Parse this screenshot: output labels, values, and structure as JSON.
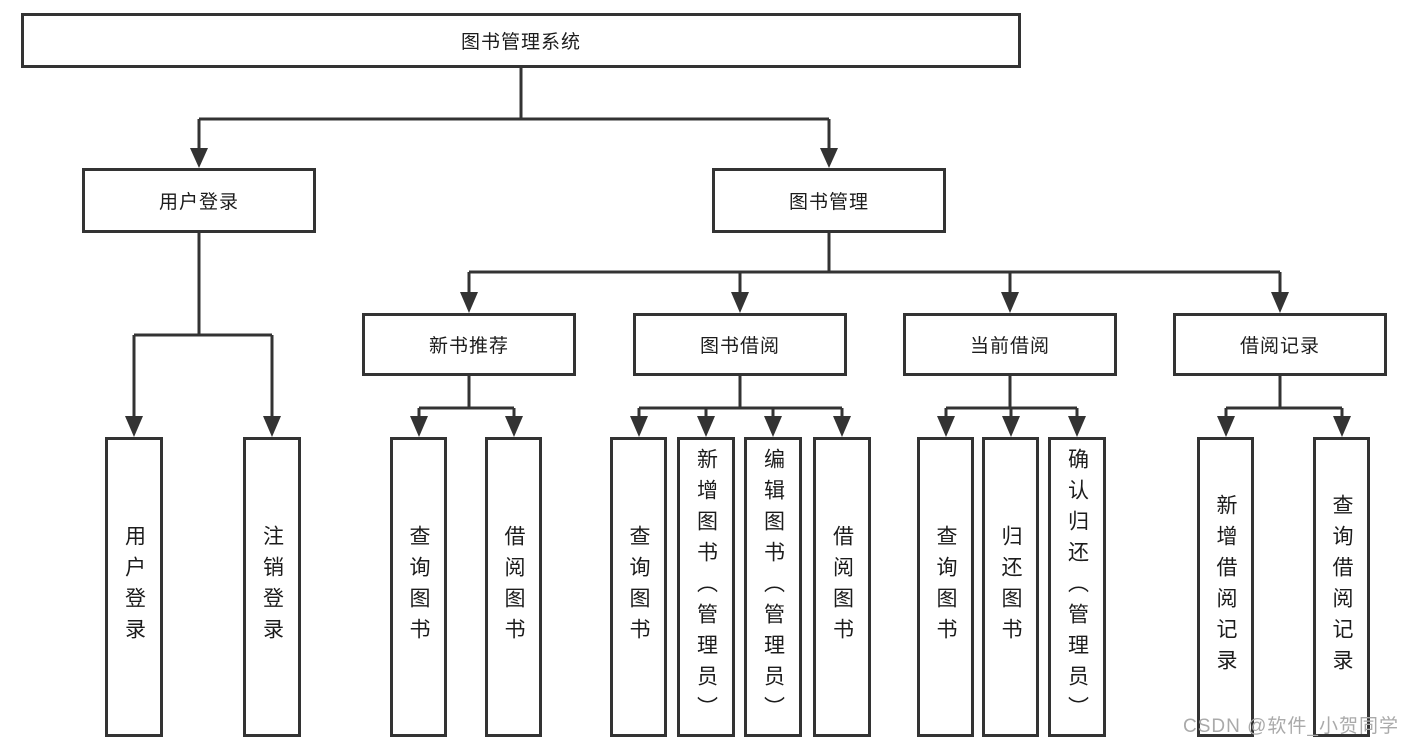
{
  "root": {
    "label": "图书管理系统",
    "children": [
      {
        "label": "用户登录",
        "children": [
          {
            "label": "用户登录"
          },
          {
            "label": "注销登录"
          }
        ]
      },
      {
        "label": "图书管理",
        "children": [
          {
            "label": "新书推荐",
            "children": [
              {
                "label": "查询图书"
              },
              {
                "label": "借阅图书"
              }
            ]
          },
          {
            "label": "图书借阅",
            "children": [
              {
                "label": "查询图书"
              },
              {
                "label": "新增图书（管理员）"
              },
              {
                "label": "编辑图书（管理员）"
              },
              {
                "label": "借阅图书"
              }
            ]
          },
          {
            "label": "当前借阅",
            "children": [
              {
                "label": "查询图书"
              },
              {
                "label": "归还图书"
              },
              {
                "label": "确认归还（管理员）"
              }
            ]
          },
          {
            "label": "借阅记录",
            "children": [
              {
                "label": "新增借阅记录"
              },
              {
                "label": "查询借阅记录"
              }
            ]
          }
        ]
      }
    ]
  },
  "colors": {
    "line": "#333333",
    "text": "#1c1c1c",
    "watermark": "#aaaaaa"
  },
  "watermark": "CSDN @软件_小贺同学"
}
